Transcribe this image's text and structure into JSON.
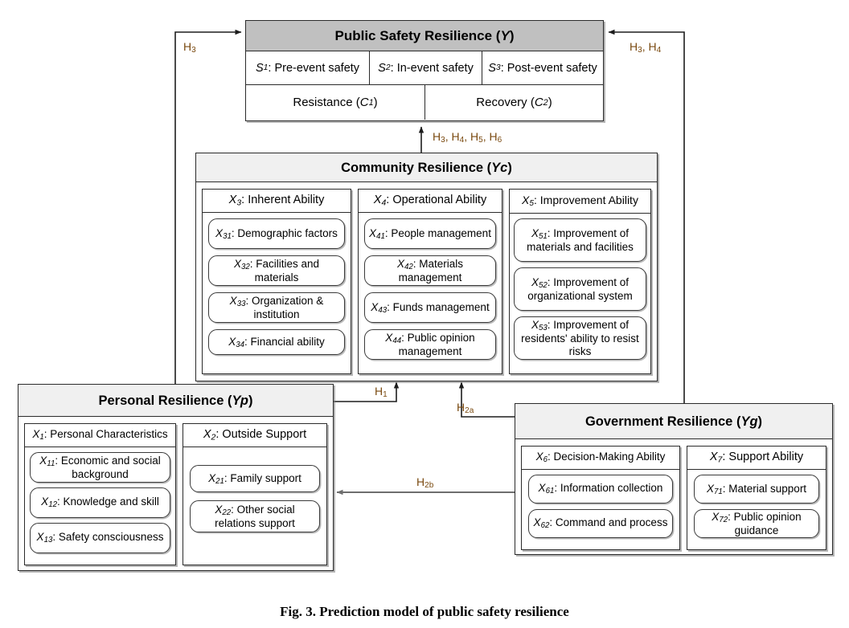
{
  "caption": "Fig. 3. Prediction model of public safety resilience",
  "colors": {
    "top_header_bg": "#c0c0c0",
    "sub_header_bg": "#f0f0f0",
    "border": "#2b2b2b",
    "hypothesis_label": "#7a4a10"
  },
  "public_safety": {
    "title_text": "Public Safety Resilience (",
    "title_var": "Y",
    "title_close": ")",
    "stages": [
      {
        "id": "S",
        "idx": "1",
        "label": ": Pre-event safety"
      },
      {
        "id": "S",
        "idx": "2",
        "label": ": In-event safety"
      },
      {
        "id": "S",
        "idx": "3",
        "label": ": Post-event safety"
      }
    ],
    "capacities": [
      {
        "label": "Resistance (",
        "id": "C",
        "idx": "1",
        "close": ")"
      },
      {
        "label": "Recovery (",
        "id": "C",
        "idx": "2",
        "close": ")"
      }
    ]
  },
  "community": {
    "title_text": "Community Resilience (",
    "title_var": "Yc",
    "title_close": ")",
    "panels": [
      {
        "id": "X",
        "idx": "3",
        "title": ": Inherent Ability",
        "items": [
          {
            "id": "X",
            "idx": "31",
            "label": ": Demographic factors"
          },
          {
            "id": "X",
            "idx": "32",
            "label": ": Facilities and materials"
          },
          {
            "id": "X",
            "idx": "33",
            "label": ": Organization & institution"
          },
          {
            "id": "X",
            "idx": "34",
            "label": ": Financial ability"
          }
        ]
      },
      {
        "id": "X",
        "idx": "4",
        "title": ": Operational Ability",
        "items": [
          {
            "id": "X",
            "idx": "41",
            "label": ": People management"
          },
          {
            "id": "X",
            "idx": "42",
            "label": ": Materials management"
          },
          {
            "id": "X",
            "idx": "43",
            "label": ": Funds management"
          },
          {
            "id": "X",
            "idx": "44",
            "label": ": Public opinion management"
          }
        ]
      },
      {
        "id": "X",
        "idx": "5",
        "title": ": Improvement Ability",
        "items": [
          {
            "id": "X",
            "idx": "51",
            "label": ": Improvement of materials and facilities"
          },
          {
            "id": "X",
            "idx": "52",
            "label": ": Improvement of organizational system"
          },
          {
            "id": "X",
            "idx": "53",
            "label": ": Improvement of residents' ability to resist risks"
          }
        ]
      }
    ]
  },
  "personal": {
    "title_text": "Personal Resilience (",
    "title_var": "Yp",
    "title_close": ")",
    "panels": [
      {
        "id": "X",
        "idx": "1",
        "title": ": Personal Characteristics",
        "items": [
          {
            "id": "X",
            "idx": "11",
            "label": ": Economic and social background"
          },
          {
            "id": "X",
            "idx": "12",
            "label": ": Knowledge and skill"
          },
          {
            "id": "X",
            "idx": "13",
            "label": ": Safety consciousness"
          }
        ]
      },
      {
        "id": "X",
        "idx": "2",
        "title": ": Outside Support",
        "items": [
          {
            "id": "X",
            "idx": "21",
            "label": ": Family support"
          },
          {
            "id": "X",
            "idx": "22",
            "label": ": Other social relations support"
          }
        ]
      }
    ]
  },
  "government": {
    "title_text": "Government Resilience (",
    "title_var": "Yg",
    "title_close": ")",
    "panels": [
      {
        "id": "X",
        "idx": "6",
        "title": ": Decision-Making Ability",
        "items": [
          {
            "id": "X",
            "idx": "61",
            "label": ": Information collection"
          },
          {
            "id": "X",
            "idx": "62",
            "label": ": Command and process"
          }
        ]
      },
      {
        "id": "X",
        "idx": "7",
        "title": ": Support Ability",
        "items": [
          {
            "id": "X",
            "idx": "71",
            "label": ": Material support"
          },
          {
            "id": "X",
            "idx": "72",
            "label": ": Public opinion guidance"
          }
        ]
      }
    ]
  },
  "hypotheses": [
    {
      "name": "h3-left",
      "parts": [
        {
          "h": "H",
          "s": "3"
        }
      ]
    },
    {
      "name": "h3-h4-right",
      "parts": [
        {
          "h": "H",
          "s": "3"
        },
        {
          "h": "H",
          "s": "4"
        }
      ]
    },
    {
      "name": "h3-h4-h5-h6",
      "parts": [
        {
          "h": "H",
          "s": "3"
        },
        {
          "h": "H",
          "s": "4"
        },
        {
          "h": "H",
          "s": "5"
        },
        {
          "h": "H",
          "s": "6"
        }
      ]
    },
    {
      "name": "h1",
      "parts": [
        {
          "h": "H",
          "s": "1"
        }
      ]
    },
    {
      "name": "h2a",
      "parts": [
        {
          "h": "H",
          "s": "2a"
        }
      ]
    },
    {
      "name": "h2b",
      "parts": [
        {
          "h": "H",
          "s": "2b"
        }
      ]
    }
  ]
}
